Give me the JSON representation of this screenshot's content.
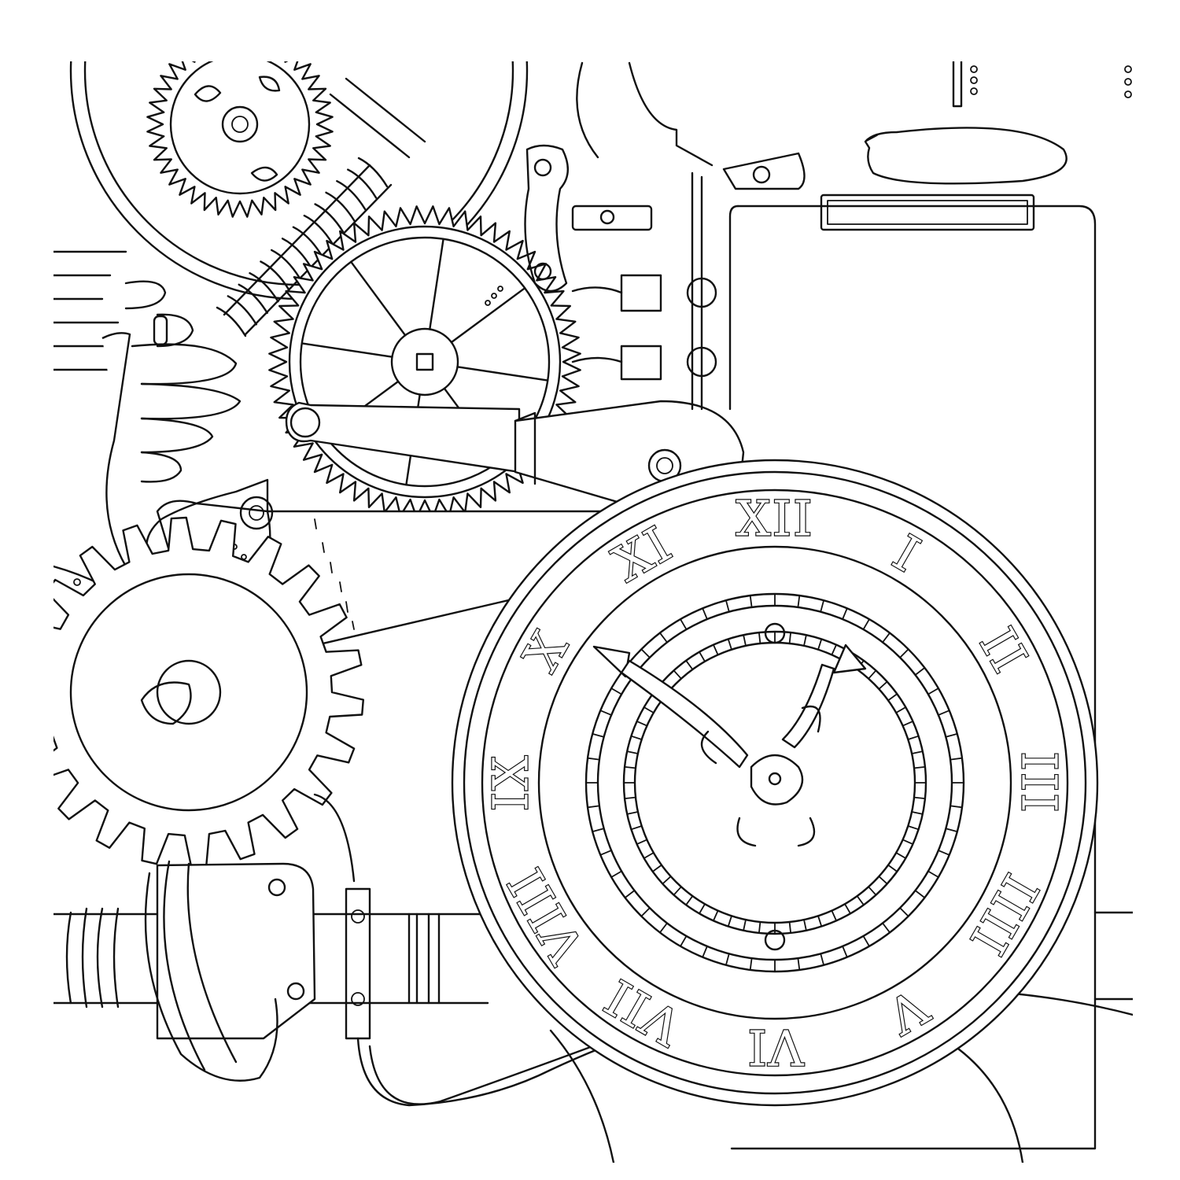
{
  "palette": {
    "ink": "#111111",
    "paper": "#ffffff"
  },
  "clock": {
    "numerals": [
      "XII",
      "I",
      "II",
      "III",
      "IIII",
      "V",
      "VI",
      "VII",
      "VIII",
      "IX",
      "X",
      "XI"
    ]
  }
}
